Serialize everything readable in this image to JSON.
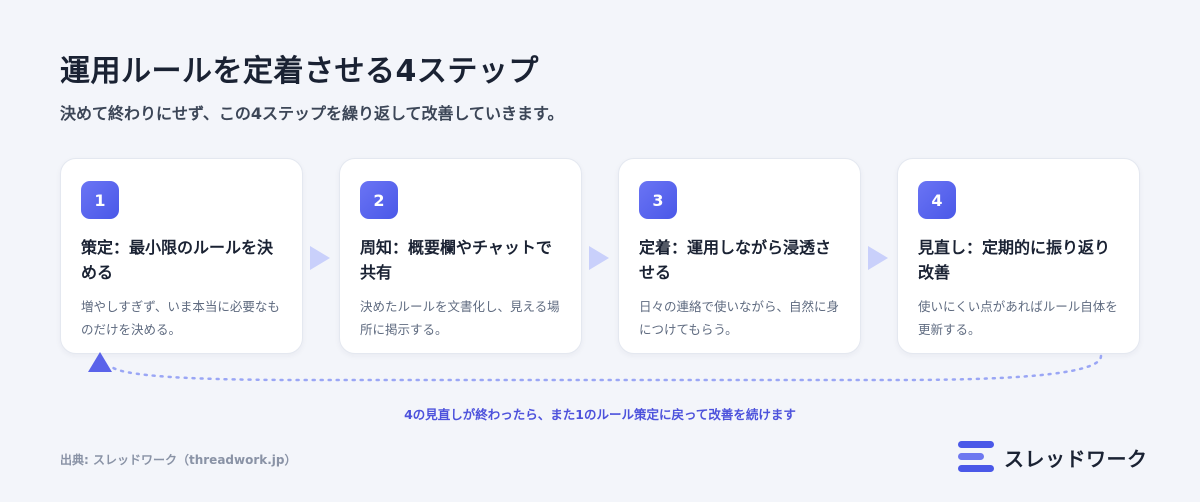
{
  "title": "運用ルールを定着させる4ステップ",
  "subtitle": "決めて終わりにせず、この4ステップを繰り返して改善していきます。",
  "steps": [
    {
      "number": "1",
      "title": "策定：最小限のルールを決める",
      "description": "増やしすぎず、いま本当に必要なものだけを決める。"
    },
    {
      "number": "2",
      "title": "周知：概要欄やチャットで共有",
      "description": "決めたルールを文書化し、見える場所に掲示する。"
    },
    {
      "number": "3",
      "title": "定着：運用しながら浸透させる",
      "description": "日々の連絡で使いながら、自然に身につけてもらう。"
    },
    {
      "number": "4",
      "title": "見直し：定期的に振り返り改善",
      "description": "使いにくい点があればルール自体を更新する。"
    }
  ],
  "loop_caption": "4の見直しが終わったら、また1のルール策定に戻って改善を続けます",
  "source": "出典: スレッドワーク（threadwork.jp）",
  "logo": {
    "text": "スレッドワーク",
    "icon": "stacked-lines-logo-icon"
  },
  "colors": {
    "accent": "#4a58e8",
    "arrow": "#c9d0fb",
    "loop_line": "#9aa6f5",
    "background": "#f3f5fa"
  }
}
